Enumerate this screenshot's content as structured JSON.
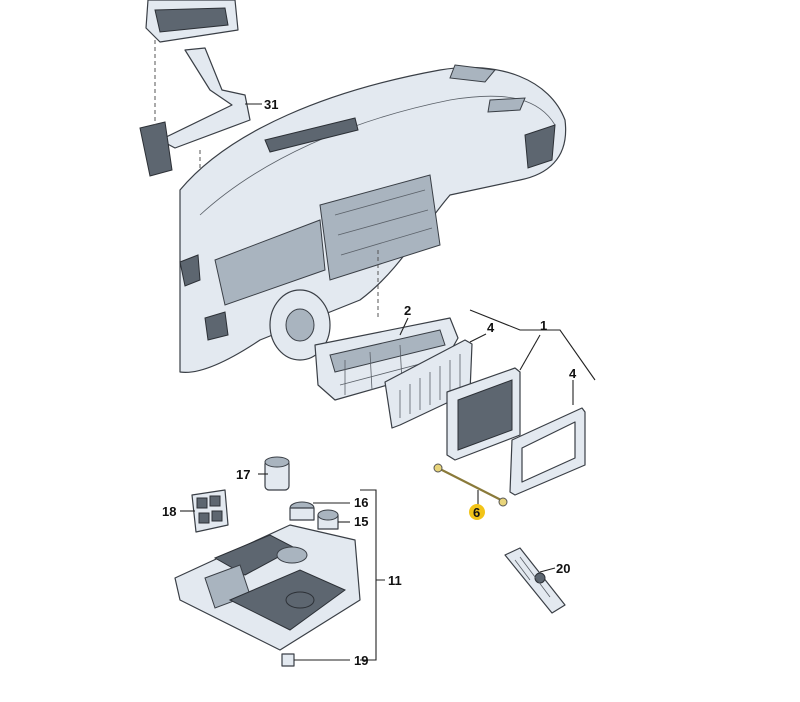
{
  "diagram": {
    "callouts": [
      {
        "id": "31",
        "label": "31"
      },
      {
        "id": "2",
        "label": "2"
      },
      {
        "id": "4a",
        "label": "4"
      },
      {
        "id": "1",
        "label": "1"
      },
      {
        "id": "4b",
        "label": "4"
      },
      {
        "id": "17",
        "label": "17"
      },
      {
        "id": "16",
        "label": "16"
      },
      {
        "id": "18",
        "label": "18"
      },
      {
        "id": "15",
        "label": "15"
      },
      {
        "id": "6",
        "label": "6"
      },
      {
        "id": "20",
        "label": "20"
      },
      {
        "id": "11",
        "label": "11"
      },
      {
        "id": "19",
        "label": "19"
      }
    ],
    "highlight_color": "#f2c418"
  }
}
